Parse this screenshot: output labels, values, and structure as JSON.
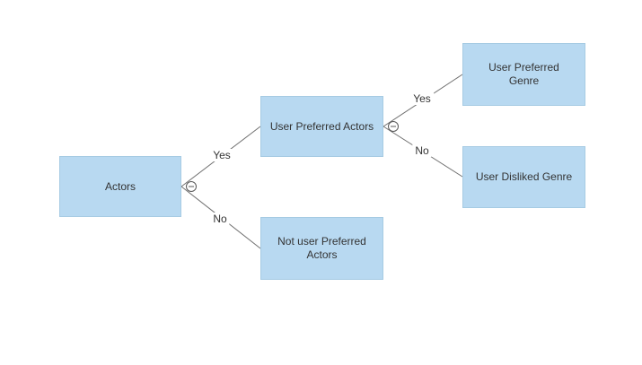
{
  "diagram": {
    "type": "decision-tree",
    "colors": {
      "background": "#ffffff",
      "node_fill": "#b8d9f1",
      "node_border": "#a6cbe3",
      "edge_line": "#6f6f6f",
      "text": "#333333"
    },
    "nodes": [
      {
        "id": "actors",
        "label": "Actors"
      },
      {
        "id": "user-preferred-actors",
        "label": "User Preferred Actors"
      },
      {
        "id": "not-user-preferred-actors",
        "label": "Not user Preferred\nActors"
      },
      {
        "id": "user-preferred-genre",
        "label": "User Preferred\nGenre"
      },
      {
        "id": "user-disliked-genre",
        "label": "User Disliked Genre"
      }
    ],
    "edges": [
      {
        "from": "actors",
        "to": "user-preferred-actors",
        "label": "Yes"
      },
      {
        "from": "actors",
        "to": "not-user-preferred-actors",
        "label": "No"
      },
      {
        "from": "user-preferred-actors",
        "to": "user-preferred-genre",
        "label": "Yes"
      },
      {
        "from": "user-preferred-actors",
        "to": "user-disliked-genre",
        "label": "No"
      }
    ],
    "collapse_toggles": [
      {
        "node": "actors",
        "state": "expanded",
        "symbol": "minus"
      },
      {
        "node": "user-preferred-actors",
        "state": "expanded",
        "symbol": "minus"
      }
    ]
  }
}
